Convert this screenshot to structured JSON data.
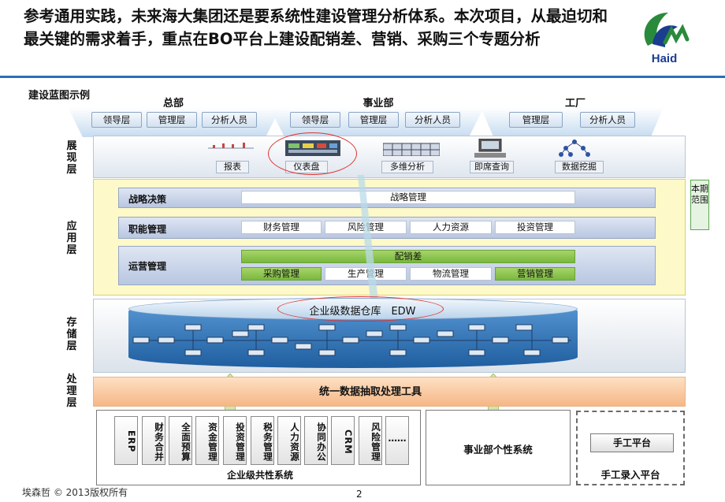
{
  "title": "参考通用实践，未来海大集团还是要系统性建设管理分析体系。本次项目，从最迫切和最关键的需求着手，重点在BO平台上建设配销差、营销、采购三个专题分析",
  "logo_text": "Haid",
  "section_label": "建设蓝图示例",
  "groups": [
    {
      "title": "总部",
      "levels": [
        "领导层",
        "管理层",
        "分析人员"
      ]
    },
    {
      "title": "事业部",
      "levels": [
        "领导层",
        "管理层",
        "分析人员"
      ]
    },
    {
      "title": "工厂",
      "levels": [
        "管理层",
        "分析人员"
      ]
    }
  ],
  "layers": {
    "presentation": "展现层",
    "application": "应用层",
    "storage": "存储层",
    "processing": "处理层"
  },
  "tools": [
    "报表",
    "仪表盘",
    "多维分析",
    "即席查询",
    "数据挖掘"
  ],
  "app_rows": {
    "strategy": {
      "label": "战略决策",
      "items": [
        "战略管理"
      ]
    },
    "function": {
      "label": "职能管理",
      "items": [
        "财务管理",
        "风险管理",
        "人力资源",
        "投资管理"
      ]
    },
    "operation": {
      "label": "运营管理",
      "top": "配销差",
      "items": [
        "采购管理",
        "生产管理",
        "物流管理",
        "营销管理"
      ]
    }
  },
  "edw": "企业级数据仓库　EDW",
  "etl": "统一数据抽取处理工具",
  "sources": {
    "items": [
      "ERP",
      "财务合并",
      "全面预算",
      "资金管理",
      "投资管理",
      "税务管理",
      "人力资源",
      "协同办公",
      "CRM",
      "风险管理",
      "……"
    ],
    "label": "企业级共性系统"
  },
  "business_systems": "事业部个性系统",
  "manual": {
    "button": "手工平台",
    "label": "手工录入平台"
  },
  "scope_label": "本期范围",
  "footer": "埃森哲 © 2013版权所有",
  "page_number": "2",
  "colors": {
    "accent": "#2a6fb8",
    "green": "#79b83c",
    "highlight": "#e0332f",
    "app_bg": "#fdf9c8",
    "proc_bg": "#f6b785"
  }
}
